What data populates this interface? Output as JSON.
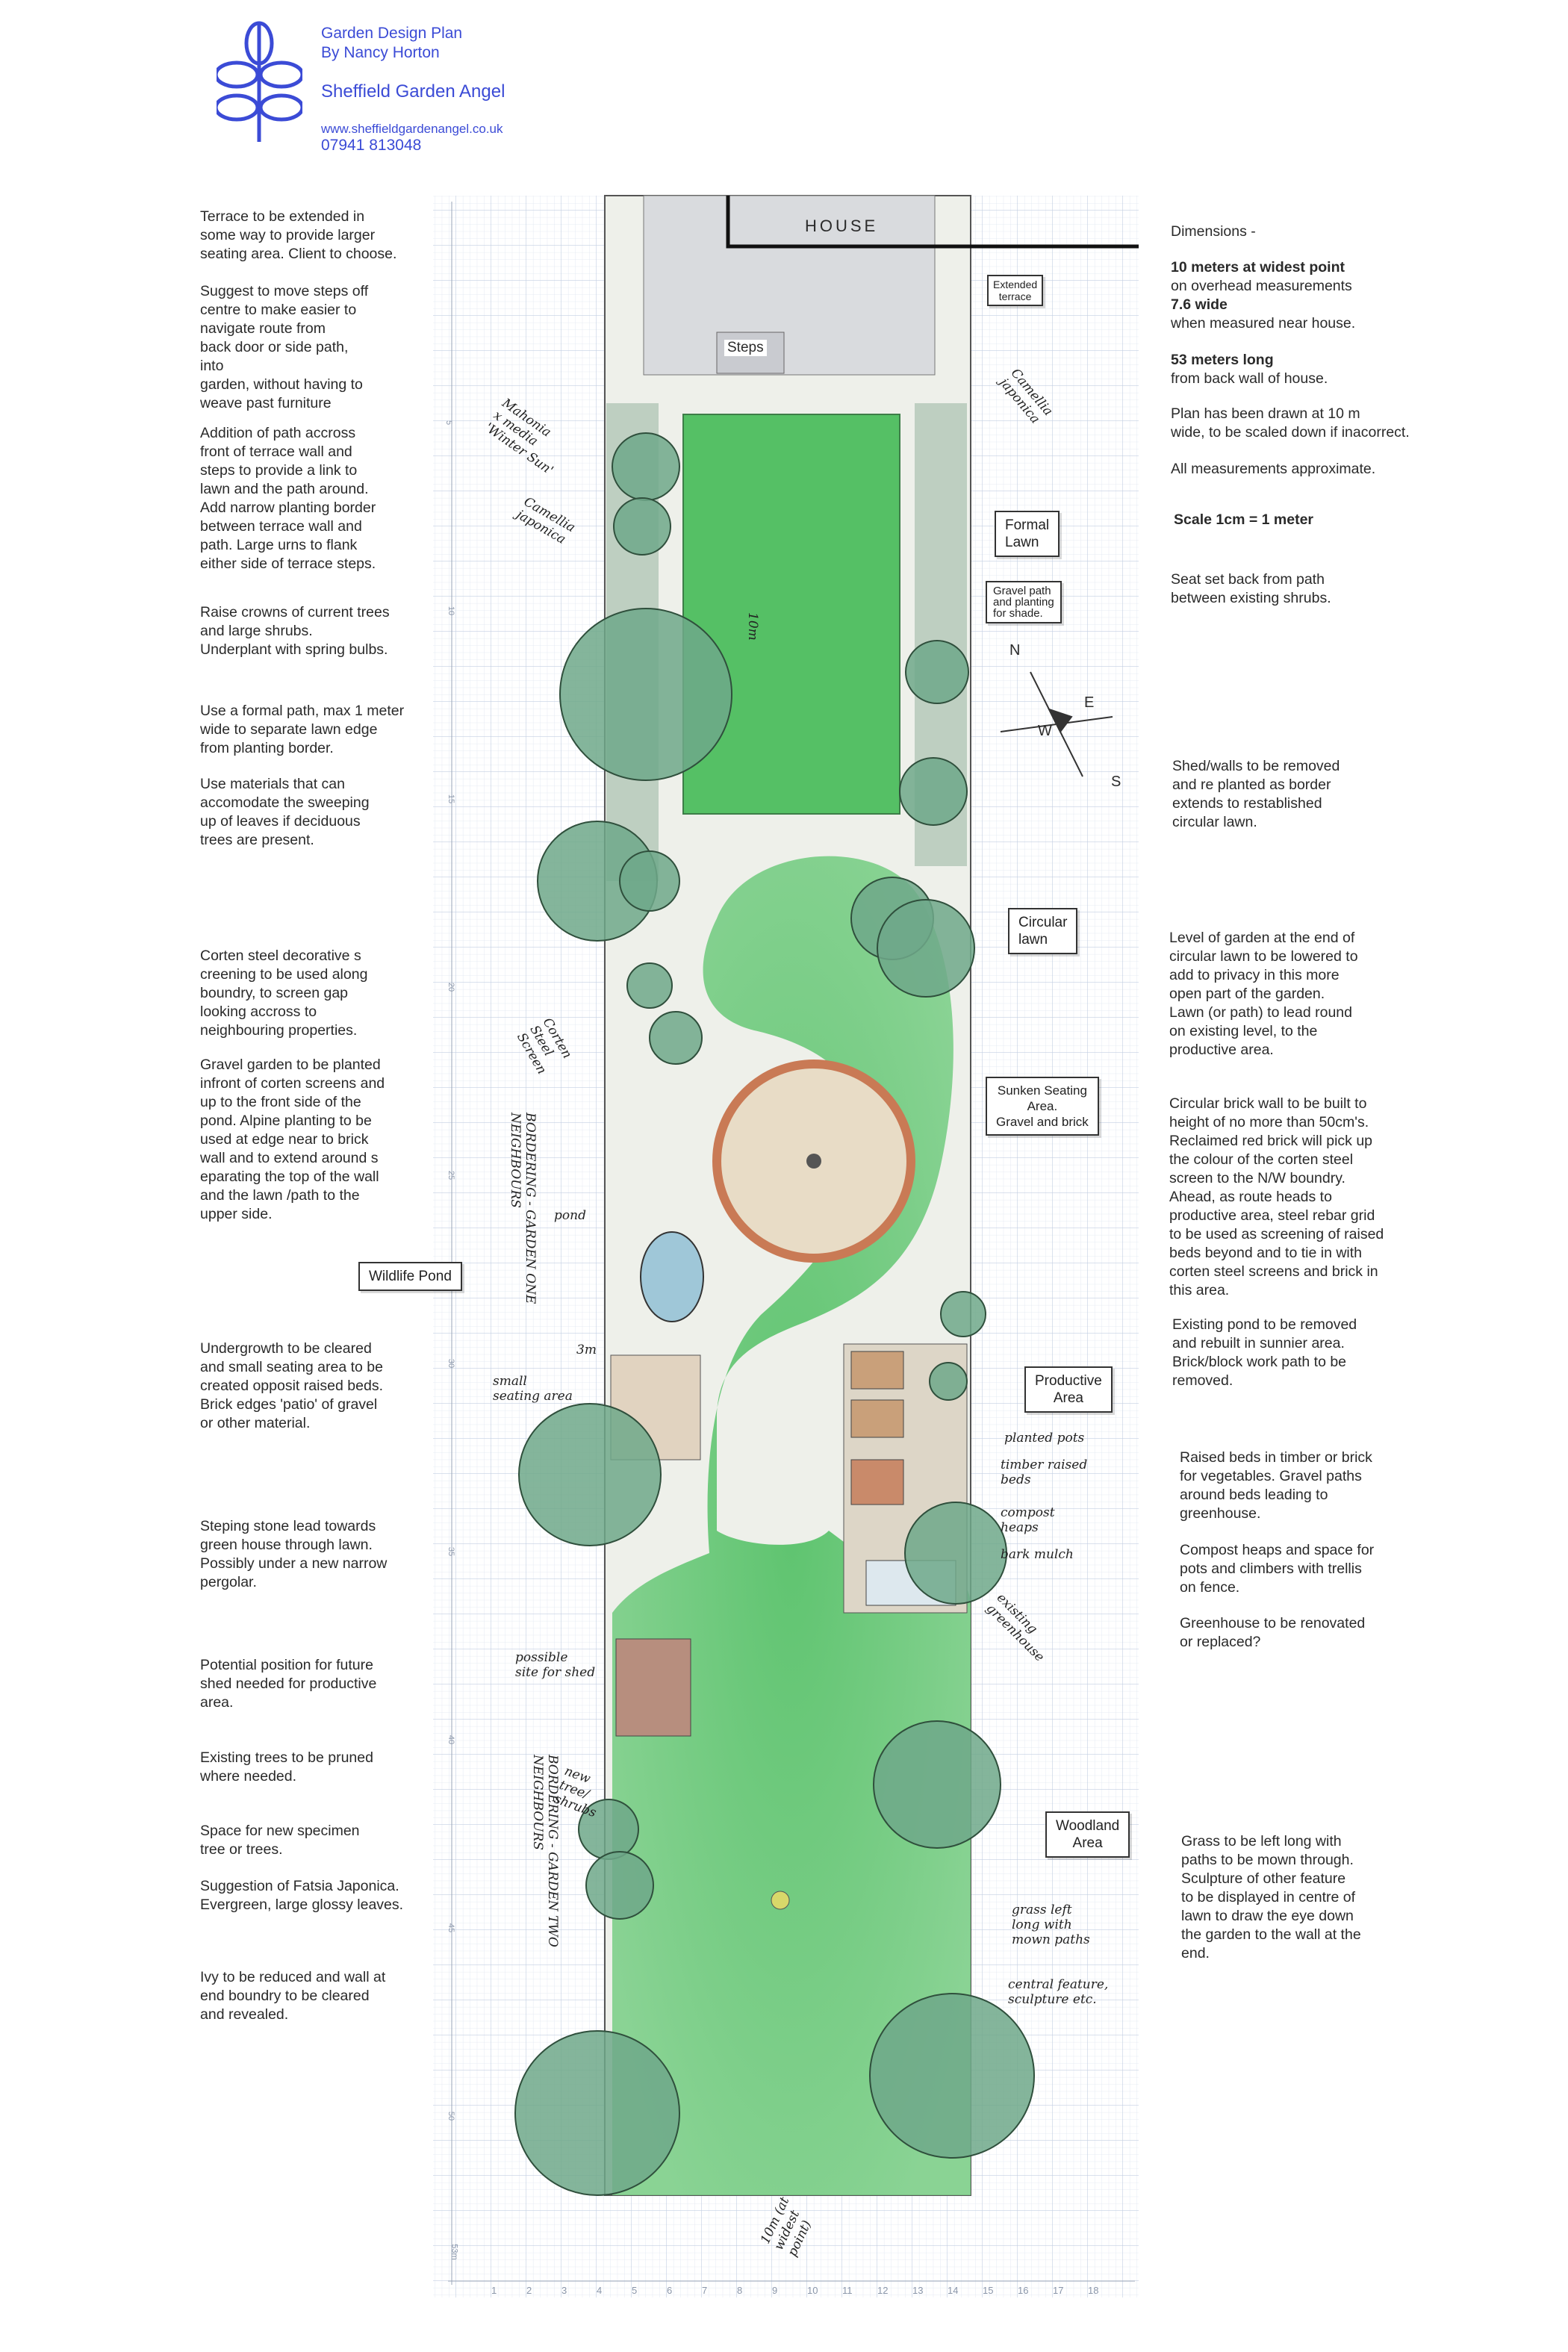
{
  "header": {
    "title": "Garden Design Plan",
    "author": "By Nancy Horton",
    "brand": "Sheffield Garden Angel",
    "website": "www.sheffieldgardenangel.co.uk",
    "phone": "07941 813048",
    "logo_icon": "leaf-branch-icon",
    "brand_color": "#3b4bd6"
  },
  "left_notes": [
    "Terrace to be extended in\nsome way to provide larger\nseating area. Client to choose.",
    "Suggest to move steps off\ncentre to make easier to\nnavigate route from\nback door or side path,\ninto\ngarden, without having to\nweave  past furniture",
    "Addition of path accross\nfront of terrace wall and\nsteps to provide a link to\nlawn and the path around.\nAdd narrow planting border\nbetween terrace wall and\npath. Large urns to flank\neither side of terrace steps.",
    "Raise crowns of current trees\nand large shrubs.\nUnderplant with spring bulbs.",
    "Use a formal path, max 1 meter\nwide to separate lawn edge\nfrom planting border.",
    "Use materials that can\naccomodate the sweeping\nup of leaves if deciduous\ntrees are present.",
    "Corten steel decorative s\ncreening to be used along\nboundry, to screen gap\nlooking accross to\nneighbouring properties.",
    "Gravel garden to be planted\ninfront of corten screens and\nup to the front side of the\npond. Alpine planting to be\n used at edge near to brick\nwall and to extend around s\neparating the top of the wall\nand the lawn /path to the\nupper side.",
    "Undergrowth to be cleared\nand small seating area to be\ncreated opposit raised beds.\nBrick edges 'patio' of gravel\nor other material.",
    "Steping stone lead towards\ngreen house through lawn.\nPossibly under a new narrow\npergolar.",
    "Potential position for future\nshed needed for productive\narea.",
    "Existing trees to be pruned\nwhere needed.",
    "Space for new specimen\ntree or trees.",
    "Suggestion of Fatsia Japonica.\nEvergreen, large glossy leaves.",
    "Ivy to be reduced and wall at\nend boundry to be cleared\nand revealed."
  ],
  "right_notes": {
    "dimensions_heading": "Dimensions -",
    "widest_bold": "10 meters at widest point",
    "widest_text": "on overhead measurements",
    "near_house_bold": "7.6 wide",
    "near_house_text": "when measured near house.",
    "length_bold": "53 meters long",
    "length_text": "from back wall of house.",
    "plan_width": "Plan has been drawn at 10 m\nwide, to be scaled down if inacorrect.",
    "approx": "All measurements approximate.",
    "scale": "Scale 1cm = 1 meter",
    "seat": "Seat set back from path\nbetween existing shrubs.",
    "shed": "Shed/walls to be removed\nand re planted as border\nextends to restablished\ncircular lawn.",
    "level": "Level of garden at the end of\ncircular lawn to be lowered to\nadd to privacy in this more\nopen part of the garden.\nLawn (or path) to lead round\non existing level, to the\nproductive area.",
    "brick_wall": "Circular brick wall to be built to\nheight of no more than 50cm's.\nReclaimed red brick will pick up\nthe colour of the corten steel\nscreen to the N/W boundry.\nAhead, as route heads to\nproductive area, steel rebar grid\nto be used as screening of raised\nbeds beyond and to tie in with\ncorten steel screens and brick in\nthis area.",
    "pond": "Existing pond to be removed\nand rebuilt in sunnier area.\nBrick/block work path to be\nremoved.",
    "raised_beds": "Raised beds in timber or brick\nfor vegetables. Gravel paths\naround beds leading to\ngreenhouse.",
    "compost": "Compost heaps and space for\npots and climbers with trellis\non fence.",
    "greenhouse": "Greenhouse to be renovated\nor replaced?",
    "grass": "Grass to be left long with\npaths to be mown through.\nSculpture of other feature\nto be displayed in centre of\nlawn to draw the eye down\nthe garden to the wall at the\nend."
  },
  "plan": {
    "house": "HOUSE",
    "steps": "Steps",
    "boxes": {
      "extended_terrace": "Extended\nterrace",
      "formal_lawn": "Formal\nLawn",
      "gravel_path": "Gravel path\nand planting\nfor shade.",
      "circular_lawn": "Circular\nlawn",
      "sunken_seating": "Sunken Seating\nArea.\nGravel and brick",
      "wildlife_pond": "Wildlife Pond",
      "productive_area": "Productive\nArea",
      "woodland_area": "Woodland\nArea"
    },
    "handwritten": {
      "mahonia": "Mahonia\nx media\n'Winter Sun'",
      "camellia_left": "Camellia\njaponica",
      "camellia_right": "Camellia\njaponica",
      "ten_m": "10m",
      "corten": "Corten\nSteel\nScreen",
      "bordering_one": "BORDERING - GARDEN ONE\nNEIGHBOURS",
      "pond": "pond",
      "three_m": "3m",
      "small_seating": "small\nseating area",
      "possible_shed": "possible\nsite for shed",
      "new_tree": "new\ntree/\nshrubs",
      "bordering_two": "BORDERING - GARDEN TWO\nNEIGHBOURS",
      "planted_pots": "planted pots",
      "timber_beds": "timber raised\nbeds",
      "compost_heaps": "compost\nheaps",
      "bark_mulch": "bark mulch",
      "existing_greenhouse": "existing\ngreenhouse",
      "grass_long": "grass left\nlong with\nmown paths",
      "central_feature": "central feature,\nsculpture etc.",
      "widest_point": "10m (at\nwidest\npoint)"
    },
    "compass": {
      "n": "N",
      "e": "E",
      "s": "S",
      "w": "W"
    },
    "left_ruler": [
      "5",
      "10",
      "15",
      "20",
      "25",
      "30",
      "35",
      "40",
      "45",
      "50",
      "53m"
    ],
    "bottom_ruler": [
      "1",
      "2",
      "3",
      "4",
      "5",
      "6",
      "7",
      "8",
      "9",
      "10",
      "11",
      "12",
      "13",
      "14",
      "15",
      "16",
      "17",
      "18"
    ],
    "colors": {
      "lawn": "#5cc26c",
      "grid": "#c9d5e6",
      "tree": "#6fa88a",
      "brick": "#c97a55"
    }
  }
}
